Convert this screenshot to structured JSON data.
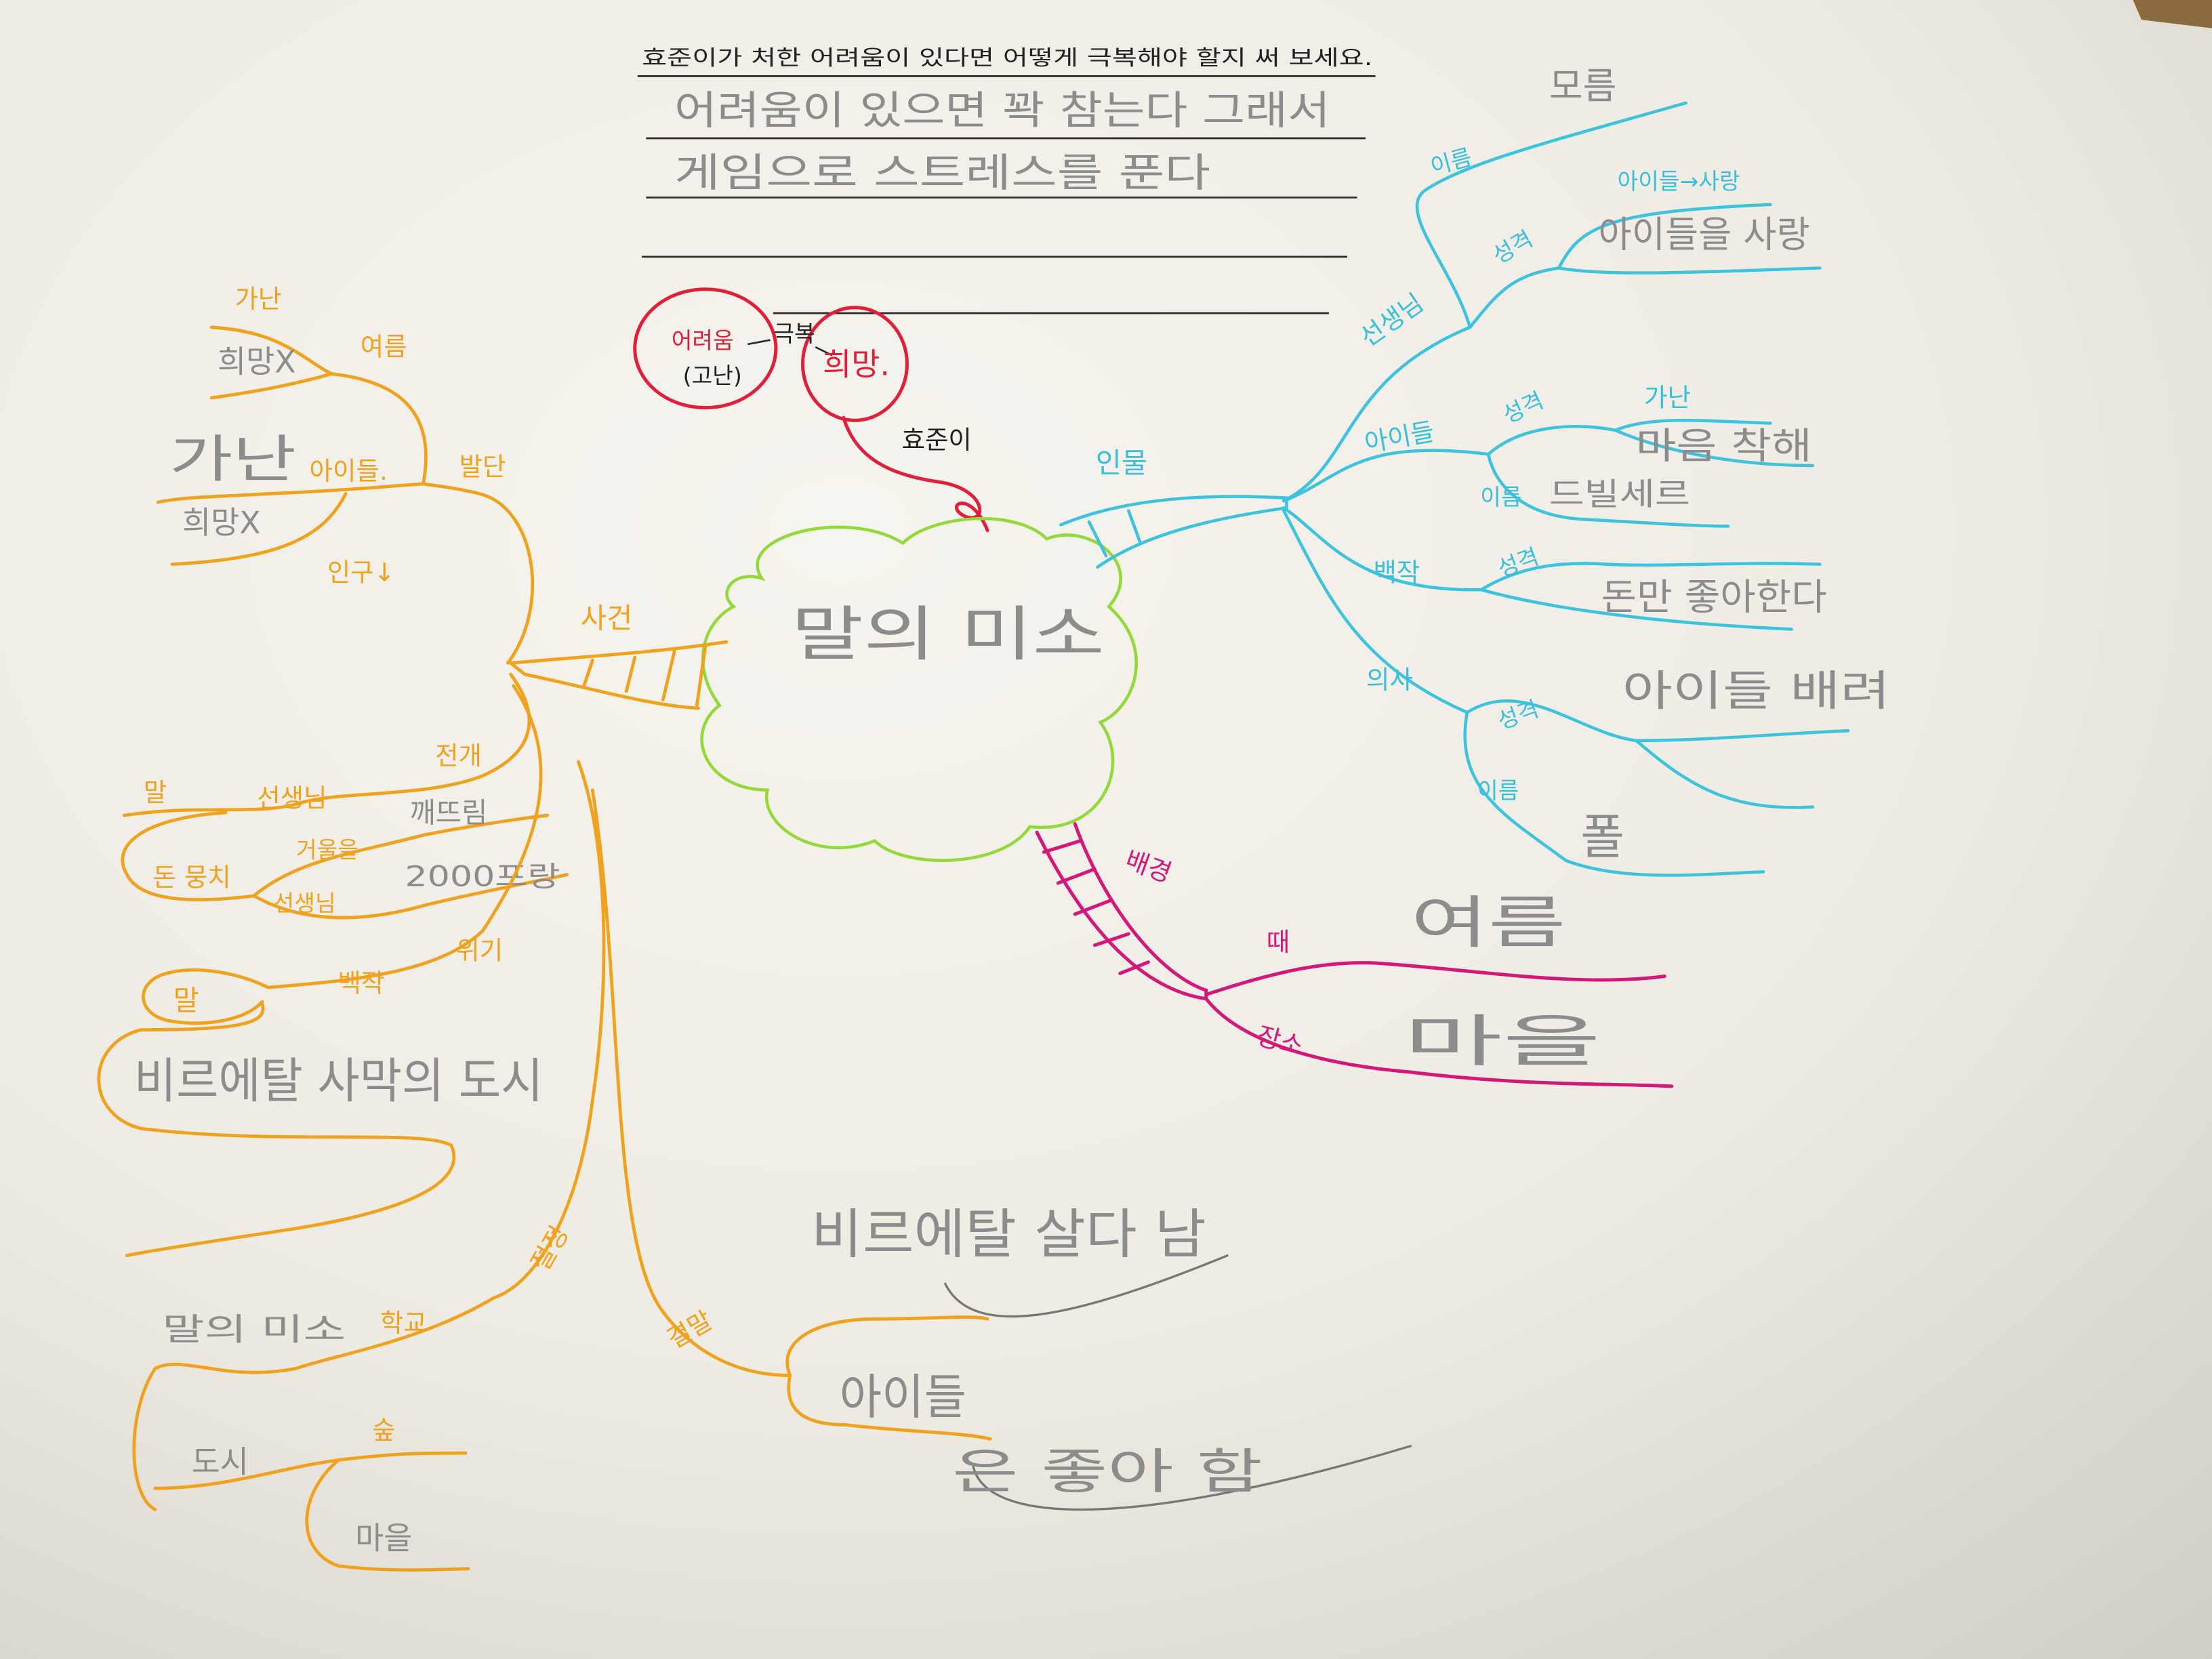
{
  "instruction": "효준이가 처한 어려움이 있다면 어떻게 극복해야 할지 써 보세요.",
  "answer": {
    "line1": "어려움이 있으면 꽉 참는다 그래서",
    "line2": "게임으로 스트레스를 푼다"
  },
  "theme": {
    "difficulty": "어려움",
    "hardship": "(고난)",
    "overcome": "극복",
    "hope": "희망.",
    "character": "효준이"
  },
  "center_title": "말의 미소",
  "characters": {
    "label": "인물",
    "teacher": {
      "label": "선생님",
      "name_label": "이름",
      "name": "모름",
      "trait_label": "성격",
      "trait_short": "아이들→사랑",
      "trait": "아이들을 사랑"
    },
    "children": {
      "label": "아이들",
      "trait_label": "성격",
      "trait_short": "가난",
      "trait": "마음 착해",
      "name_label": "이름",
      "name": "드빌세르"
    },
    "count": {
      "label": "백작",
      "trait_label": "성격",
      "trait": "돈만 좋아한다"
    },
    "doctor": {
      "label": "의사",
      "trait_label": "성격",
      "trait": "아이들 배려",
      "name_label": "이름",
      "name": "폴"
    }
  },
  "setting": {
    "label": "배경",
    "time_label": "때",
    "time": "여름",
    "place_label": "장소",
    "place": "마을"
  },
  "events": {
    "label": "사건",
    "beginning": {
      "label": "발단",
      "poverty_top": "가난",
      "no_hope_top": "희망X",
      "summer": "여름",
      "poverty": "가난",
      "children": "아이들.",
      "no_hope": "희망X",
      "population": "인구↓"
    },
    "development": {
      "label": "전개",
      "horse": "말",
      "teacher": "선생님",
      "money": "돈 뭉치",
      "mirror": "거울을",
      "broke": "깨뜨림",
      "price": "2000프랑",
      "teacher2": "선생님"
    },
    "crisis": {
      "label": "위기",
      "horse": "말",
      "count": "백작",
      "place": "비르에탈 사막의 도시"
    },
    "climax": {
      "label": "절정",
      "school": "학교",
      "title": "말의 미소",
      "city": "도시",
      "forest": "숲",
      "village": "마을"
    },
    "ending": {
      "label": "결말",
      "stay": "비르에탈 살다 남",
      "children": "아이들",
      "likes": "은 좋아 함"
    }
  },
  "colors": {
    "paper": "#f3f1ea",
    "orange": "#f0a21e",
    "blue": "#37bfdc",
    "magenta": "#d4187a",
    "red": "#e0203a",
    "green": "#93d93a",
    "pencil": "#8c8c8c",
    "ink": "#222222"
  }
}
